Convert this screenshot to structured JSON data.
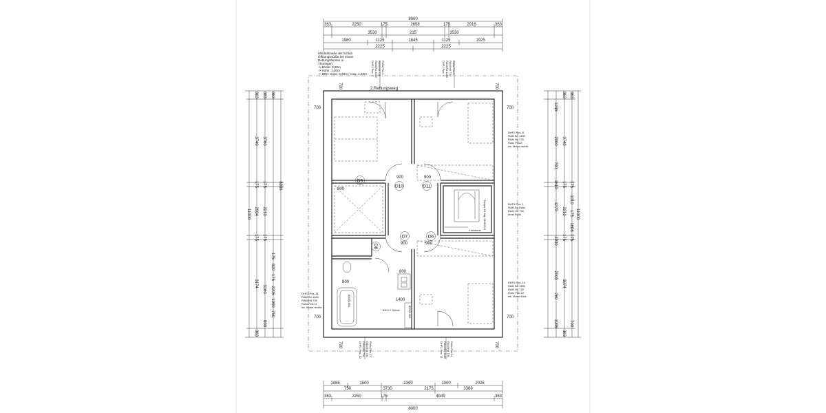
{
  "top_dims": {
    "total": "8000",
    "row1": [
      "363",
      "2250",
      "175",
      "2658",
      "175",
      "2016",
      "363"
    ],
    "row2": [
      "3530",
      "215",
      "3530"
    ],
    "row3": [
      "1980",
      "1125",
      "1845",
      "1125",
      "1925"
    ],
    "row4": [
      "2225",
      "2225"
    ]
  },
  "bottom_dims": {
    "row1": [
      "1085",
      "1500",
      "2390",
      "1000",
      "2025"
    ],
    "row2": [
      "750",
      "3730",
      "2175",
      "3369"
    ],
    "row3": [
      "363",
      "2250",
      "175",
      "4849",
      "363"
    ],
    "total": "8000"
  },
  "left_dims": {
    "total": "11000",
    "chain_a": [
      "363",
      "3740",
      "175",
      "2984",
      "175",
      "3174",
      "363"
    ],
    "chain_b": [
      "363",
      "3760",
      "175",
      "2210",
      "175",
      "3160",
      "800"
    ],
    "chain_c": [
      "363",
      "175",
      "820",
      "175",
      "2205",
      "1000",
      "750"
    ],
    "overall": "8886"
  },
  "right_dims": {
    "total": "11000",
    "chain_a": [
      "363",
      "3740",
      "175",
      "2210",
      "175",
      "3874",
      "363"
    ],
    "chain_b": [
      "1245",
      "2000",
      "790",
      "1610",
      "1270",
      "2030",
      "2000",
      "760",
      "1085"
    ],
    "chain_c": [
      "363",
      "175",
      "1010",
      "175",
      "1606",
      "175",
      "700"
    ]
  },
  "plan_dims": {
    "wall_offset_top_left": "700",
    "wall_offset_top_right": "700",
    "wall_offset_left": "700",
    "wall_offset_right": "700",
    "wall_offset_bottom_left": "700",
    "wall_offset_bottom_right": "700",
    "hall_900": [
      "900",
      "900",
      "900",
      "900"
    ],
    "bath_800": [
      "800",
      "800"
    ],
    "bath_1400": "1400",
    "bath_800b": "800"
  },
  "doors": [
    "D9",
    "D10",
    "D11",
    "D7",
    "D6",
    "D8"
  ],
  "labels": {
    "rescue_route": "2.Rettungsweg",
    "note_lines": [
      "Mindestmaße der lichten",
      "Öffnungsmaße bei einem",
      "Rettungsfenster in",
      "Thüringen:",
      "-> Breite: 0,90m",
      "-> Höhe: 1,20m",
      "-> BRH: mind. 0,90m / max. 1,20m"
    ],
    "window_right_1": [
      "DHF2 Pos. 8",
      "RAM B4 1480",
      "RAM H4 730",
      "Rollo Pos.8",
      "ws. Motor rechts"
    ],
    "window_right_2": [
      "DHF1 Pos. 1",
      "RAM B4 Rollo",
      "RAM H4 730",
      "ohne Rollo"
    ],
    "window_right_3": [
      "DHF2 Pos. 10",
      "RAM B4 1480",
      "RAM H4 730",
      "Rollo Pos.10",
      "ws. Motor links"
    ],
    "window_left": [
      "DHF2 Pos. 11",
      "RAM B4 1480",
      "RAM H4 730",
      "Rollo Pos.11",
      "ws. Motor rechts"
    ],
    "stair_label": "Treppe 16 Stg. 18.8/25.5",
    "handrail": "Holzbank",
    "tub": "800X1800",
    "shower": "800X1400",
    "sink_note": "830 / 2 Schub"
  }
}
